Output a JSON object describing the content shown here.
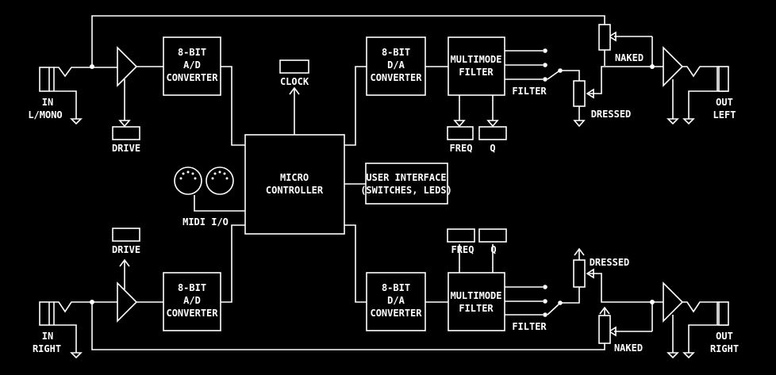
{
  "colors": {
    "background": "#000000",
    "foreground": "#ffffff"
  },
  "labels": {
    "in_left": [
      "IN",
      "L/MONO"
    ],
    "in_right": [
      "IN",
      "RIGHT"
    ],
    "out_left": [
      "OUT",
      "LEFT"
    ],
    "out_right": [
      "OUT",
      "RIGHT"
    ],
    "drive": "DRIVE",
    "adc": [
      "8-BIT",
      "A/D",
      "CONVERTER"
    ],
    "dac": [
      "8-BIT",
      "D/A",
      "CONVERTER"
    ],
    "clock": "CLOCK",
    "micro": [
      "MICRO",
      "CONTROLLER"
    ],
    "midi": "MIDI I/O",
    "ui": [
      "USER INTERFACE",
      "(SWITCHES, LEDS)"
    ],
    "filter_box": [
      "MULTIMODE",
      "FILTER"
    ],
    "freq": "FREQ",
    "q": "Q",
    "filter": "FILTER",
    "naked": "NAKED",
    "dressed": "DRESSED"
  }
}
